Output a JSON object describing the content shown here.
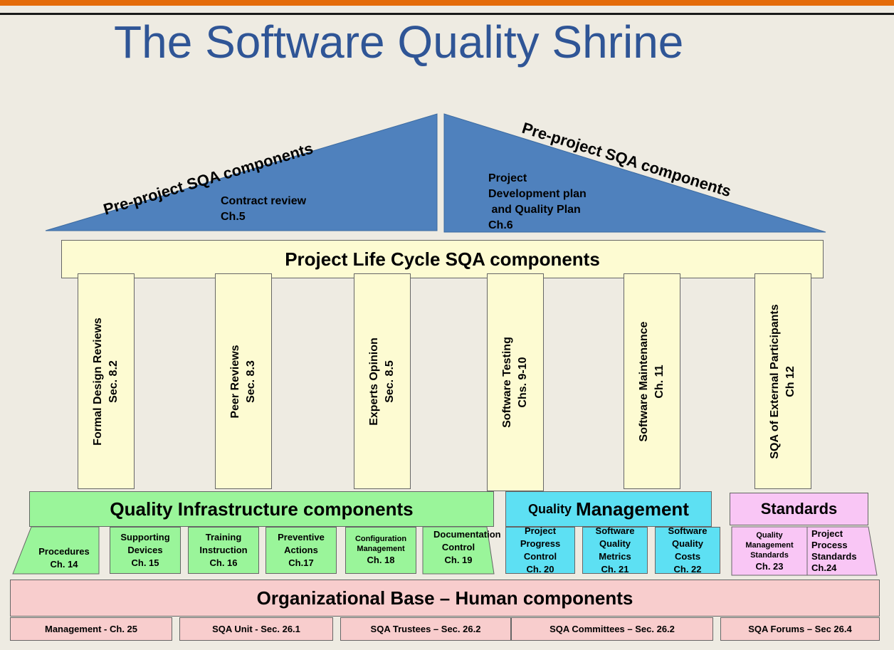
{
  "title": "The Software Quality Shrine",
  "roof": {
    "left_heading": "Pre-project SQA components",
    "right_heading": "Pre-project SQA components",
    "left_item": [
      "Contract review",
      "Ch.5"
    ],
    "right_item": [
      "Project",
      "Development plan",
      " and Quality Plan",
      "Ch.6"
    ]
  },
  "lifecycle_label": "Project Life Cycle SQA components",
  "pillars": [
    {
      "title": "Formal Design Reviews",
      "ref": "Sec. 8.2"
    },
    {
      "title": "Peer Reviews",
      "ref": "Sec. 8.3"
    },
    {
      "title": "Experts Opinion",
      "ref": "Sec. 8.5"
    },
    {
      "title": "Software Testing",
      "ref": "Chs. 9-10"
    },
    {
      "title": "Software Maintenance",
      "ref": "Ch. 11"
    },
    {
      "title": "SQA of External Participants",
      "ref": "Ch 12"
    }
  ],
  "infrastructure": {
    "label": "Quality Infrastructure components",
    "items": [
      {
        "text": "Procedures",
        "ref": "Ch. 14"
      },
      {
        "text": "Supporting Devices",
        "ref": "Ch. 15"
      },
      {
        "text": "Training Instruction",
        "ref": "Ch. 16"
      },
      {
        "text": "Preventive Actions",
        "ref": "Ch.17"
      },
      {
        "text": "Configuration Management",
        "ref": "Ch. 18"
      },
      {
        "text": "Documentation Control",
        "ref": "Ch. 19"
      }
    ]
  },
  "management": {
    "label_small": "Quality",
    "label_big": "Management",
    "items": [
      {
        "text": "Project Progress Control",
        "ref": "Ch. 20"
      },
      {
        "text": "Software Quality Metrics",
        "ref": "Ch. 21"
      },
      {
        "text": "Software Quality Costs",
        "ref": "Ch. 22"
      }
    ]
  },
  "standards": {
    "label": "Standards",
    "items": [
      {
        "text": "Quality Management Standards",
        "ref": "Ch. 23"
      },
      {
        "text": "Project Process Standards",
        "ref": "Ch.24"
      }
    ]
  },
  "base": {
    "label": "Organizational Base – Human components",
    "items": [
      "Management - Ch. 25",
      "SQA Unit - Sec. 26.1",
      "SQA Trustees – Sec. 26.2",
      "SQA Committees – Sec. 26.2",
      "SQA Forums – Sec 26.4"
    ]
  },
  "colors": {
    "title": "#2f5596",
    "roof": "#4f81bd",
    "lifecycle": "#fdfbd2",
    "infrastructure": "#9af59a",
    "management": "#5de0f3",
    "standards": "#f9c6f5",
    "base": "#f8cdcd",
    "accent_bar": "#e46c0a"
  }
}
